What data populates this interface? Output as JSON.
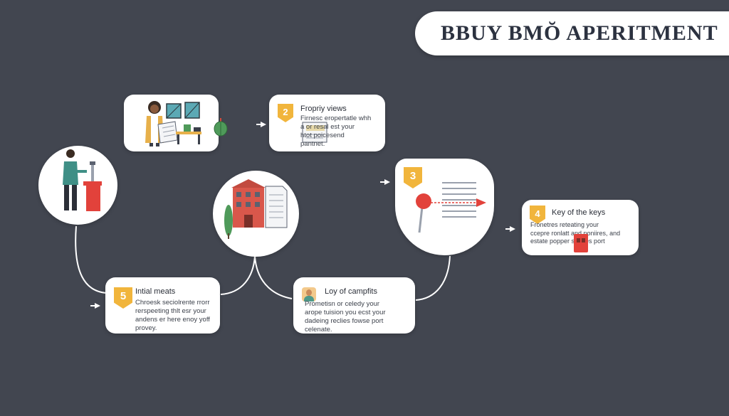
{
  "title": "BBUY BMŎ APERITMENT",
  "colors": {
    "background": "#424650",
    "card": "#ffffff",
    "badge": "#f1b53c",
    "accent_red": "#e2423b",
    "accent_teal": "#3f8f86"
  },
  "steps": {
    "step1": {
      "illustration": "person-at-desk-illustration"
    },
    "step2": {
      "number": "2",
      "title": "Fropriy views",
      "body": [
        "Firnesc eropertatle whh",
        "a     or resal est your",
        "       htot poicesend",
        "       pantnet."
      ]
    },
    "step3": {
      "number": "3",
      "illustration": "map-pin-document-illustration"
    },
    "step4": {
      "number": "4",
      "title": "Key of the keys",
      "body": [
        "Fronetres reteating your",
        "ccepre ronlatt and poniires, and",
        "estate popper      sattnes port"
      ]
    },
    "step5": {
      "number": "5",
      "title": "Intial meats",
      "body": [
        "Chroesk seciolrente rrorr",
        "rerspeeting thlt esr your",
        "andens er here enoy yoff",
        "provey."
      ]
    },
    "step6": {
      "title": "Loy of campfits",
      "body": [
        "Prometisn or celedy your",
        "arope tuision you ecst your",
        "dadeing reclies fowse port",
        "celenate."
      ]
    }
  }
}
